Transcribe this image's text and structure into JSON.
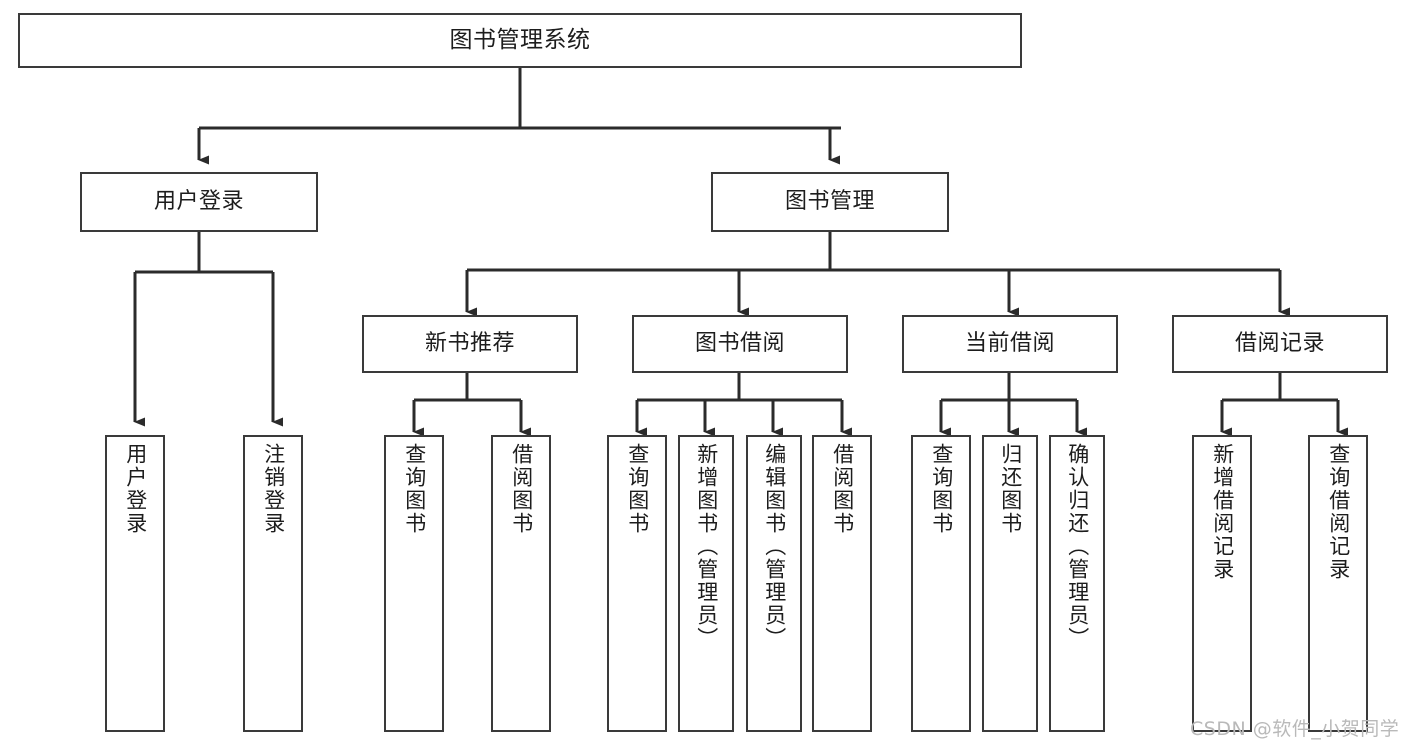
{
  "diagram": {
    "title": "图书管理系统",
    "type": "tree-hierarchy",
    "orientation": "top-down",
    "colors": {
      "box_border": "#3a3a3a",
      "box_fill": "#ffffff",
      "connector": "#2b2b2b",
      "text": "#1d1d1d",
      "watermark": "#b9b9b9",
      "background": "#ffffff"
    },
    "root": {
      "label": "图书管理系统"
    },
    "level2": [
      {
        "label": "用户登录"
      },
      {
        "label": "图书管理"
      }
    ],
    "level3": [
      {
        "label": "新书推荐"
      },
      {
        "label": "图书借阅"
      },
      {
        "label": "当前借阅"
      },
      {
        "label": "借阅记录"
      }
    ],
    "leaves": {
      "user_login": [
        {
          "label": "用户登录"
        },
        {
          "label": "注销登录"
        }
      ],
      "new_book_recommend": [
        {
          "label": "查询图书"
        },
        {
          "label": "借阅图书"
        }
      ],
      "book_borrow": [
        {
          "label": "查询图书"
        },
        {
          "label": "新增图书（管理员）"
        },
        {
          "label": "编辑图书（管理员）"
        },
        {
          "label": "借阅图书"
        }
      ],
      "current_borrow": [
        {
          "label": "查询图书"
        },
        {
          "label": "归还图书"
        },
        {
          "label": "确认归还（管理员）"
        }
      ],
      "borrow_record": [
        {
          "label": "新增借阅记录"
        },
        {
          "label": "查询借阅记录"
        }
      ]
    }
  },
  "watermark": {
    "text": "CSDN @软件_小贺同学"
  }
}
